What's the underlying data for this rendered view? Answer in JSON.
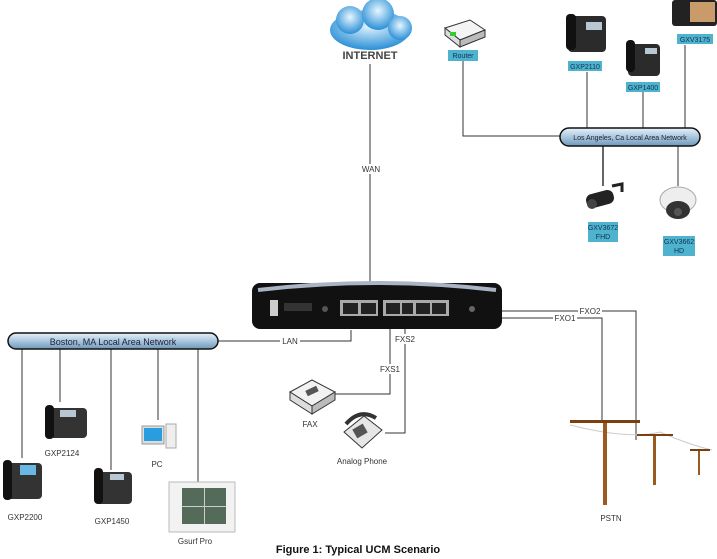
{
  "diagram": {
    "caption": "Figure 1: Typical UCM Scenario",
    "internet": "INTERNET",
    "router": "Router",
    "wan": "WAN",
    "lan": "LAN",
    "la_network": "Los Angeles, Ca Local Area Network",
    "boston_network": "Boston, MA Local Area Network",
    "la_devices": {
      "gxp2110": "GXP2110",
      "gxp1400": "GXP1400",
      "gxv3175": "GXV3175",
      "gxv3672": [
        "GXV3672",
        "FHD"
      ],
      "gxv3662": [
        "GXV3662",
        "HD"
      ]
    },
    "boston_devices": {
      "gxp2200": "GXP2200",
      "gxp2124": "GXP2124",
      "gxp1450": "GXP1450",
      "pc": "PC",
      "gsurf": "Gsurf Pro"
    },
    "ports": {
      "fxs1": "FXS1",
      "fxs2": "FXS2",
      "fxo1": "FXO1",
      "fxo2": "FXO2"
    },
    "fax": "FAX",
    "analog_phone": "Analog Phone",
    "pstn": "PSTN",
    "colors": {
      "label_bg": "#4fb3cf",
      "network_pipe": "#b9d3e6"
    }
  }
}
